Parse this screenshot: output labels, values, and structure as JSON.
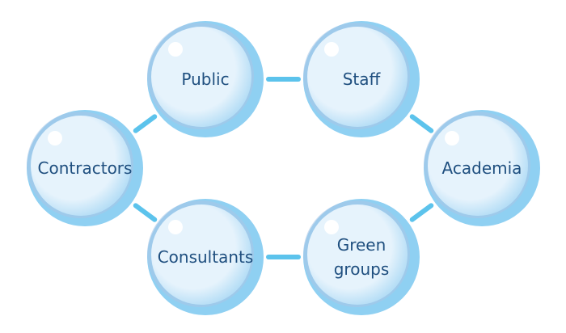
{
  "diagram": {
    "colors": {
      "link": "#5cc3ec",
      "outer": "#8fd0f2",
      "mid": "#b6def6",
      "inner": "#e6f3fc",
      "shade": "#a9c6e6",
      "text": "#1f4f7f"
    },
    "nodes": [
      {
        "id": "public",
        "label": [
          "Public"
        ]
      },
      {
        "id": "staff",
        "label": [
          "Staff"
        ]
      },
      {
        "id": "contractors",
        "label": [
          "Contractors"
        ]
      },
      {
        "id": "academia",
        "label": [
          "Academia"
        ]
      },
      {
        "id": "consultants",
        "label": [
          "Consultants"
        ]
      },
      {
        "id": "green-groups",
        "label": [
          "Green",
          "groups"
        ]
      }
    ],
    "links": [
      [
        "public",
        "staff"
      ],
      [
        "public",
        "contractors"
      ],
      [
        "staff",
        "academia"
      ],
      [
        "contractors",
        "consultants"
      ],
      [
        "consultants",
        "green-groups"
      ],
      [
        "green-groups",
        "academia"
      ]
    ]
  }
}
